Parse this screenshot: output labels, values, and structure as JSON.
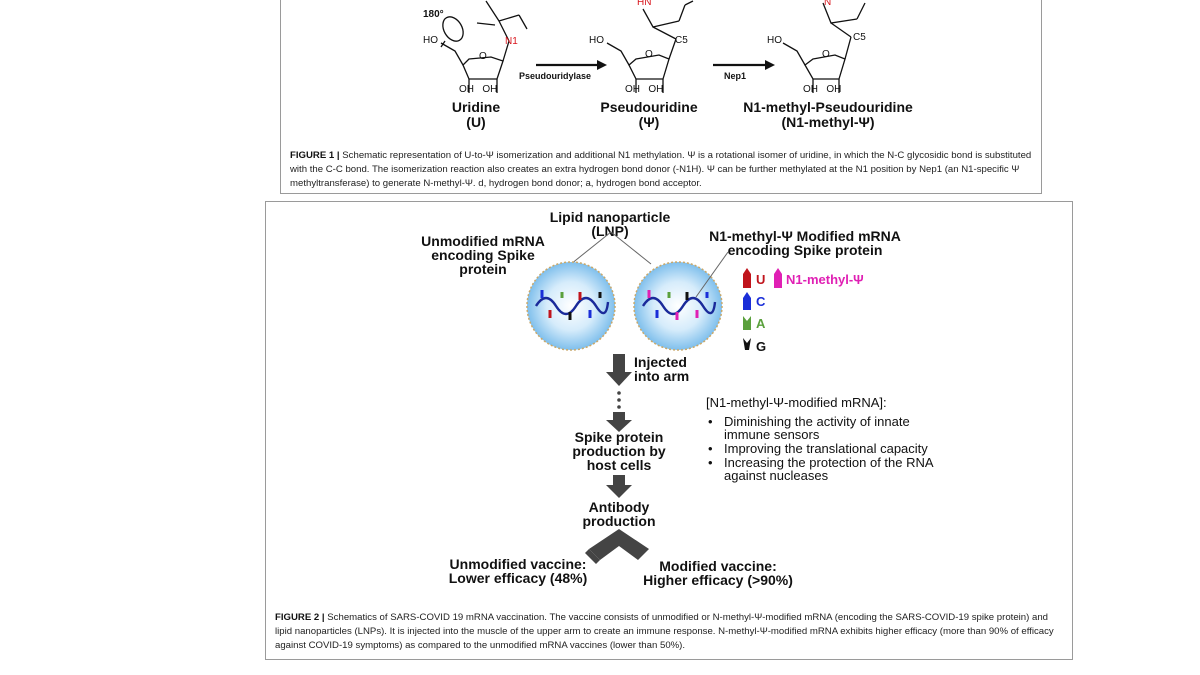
{
  "figure1": {
    "rotation_label": "180°",
    "n1_label": "N1",
    "c5_label": "C5",
    "ho_label": "HO",
    "oh_pair": "OH   OH",
    "ring_o": "O",
    "enzyme1": "Pseudouridylase",
    "enzyme2": "Nep1",
    "molecules": [
      {
        "name": "Uridine",
        "symbol": "(U)"
      },
      {
        "name": "Pseudouridine",
        "symbol": "(Ψ)"
      },
      {
        "name": "N1-methyl-Pseudouridine",
        "symbol": "(N1-methyl-Ψ)"
      }
    ],
    "caption_label": "FIGURE 1 |",
    "caption_text": "Schematic representation of U-to-Ψ isomerization and additional N1 methylation. Ψ is a rotational isomer of uridine, in which the N-C glycosidic bond is substituted with the C-C bond. The isomerization reaction also creates an extra hydrogen bond donor (-N1H). Ψ can be further methylated at the N1 position by Nep1 (an N1-specific Ψ methyltransferase) to generate N-methyl-Ψ. d, hydrogen bond donor; a, hydrogen bond acceptor."
  },
  "figure2": {
    "lnp_title": "Lipid nanoparticle",
    "lnp_abbr": "(LNP)",
    "unmod_line1": "Unmodified mRNA",
    "unmod_line2": "encoding Spike",
    "unmod_line3": "protein",
    "mod_line1": "N1-methyl-Ψ Modified mRNA",
    "mod_line2": "encoding Spike protein",
    "legend": [
      {
        "label": "U",
        "color": "#c0141c"
      },
      {
        "label": "N1-methyl-Ψ",
        "color": "#e020b4"
      },
      {
        "label": "C",
        "color": "#1a2ed8"
      },
      {
        "label": "A",
        "color": "#5aa03c"
      },
      {
        "label": "G",
        "color": "#111111"
      }
    ],
    "injected_line1": "Injected",
    "injected_line2": "into arm",
    "spike_line1": "Spike protein",
    "spike_line2": "production by",
    "spike_line3": "host cells",
    "antibody_line1": "Antibody",
    "antibody_line2": "production",
    "unmod_vaccine_line1": "Unmodified vaccine:",
    "unmod_vaccine_line2": "Lower efficacy (48%)",
    "mod_vaccine_line1": "Modified vaccine:",
    "mod_vaccine_line2": "Higher efficacy (>90%)",
    "bullets_title": "[N1-methyl-Ψ-modified mRNA]:",
    "bullets": [
      "Diminishing the activity of innate immune sensors",
      "Improving the translational capacity",
      "Increasing the protection of the RNA against nucleases"
    ],
    "caption_label": "FIGURE 2 |",
    "caption_text": "Schematics of SARS-COVID 19 mRNA vaccination. The vaccine consists of unmodified or N-methyl-Ψ-modified mRNA (encoding the SARS-COVID-19 spike protein) and lipid nanoparticles (LNPs). It is injected into the muscle of the upper arm to create an immune response. N-methyl-Ψ-modified mRNA exhibits higher efficacy (more than 90% of efficacy against COVID-19 symptoms) as compared to the unmodified mRNA vaccines (lower than 50%)."
  },
  "colors": {
    "n_red": "#d8141c",
    "arrow_gray": "#444444",
    "lnp_fill": "#8cc6ee",
    "panel_border": "#9a9a9a"
  }
}
